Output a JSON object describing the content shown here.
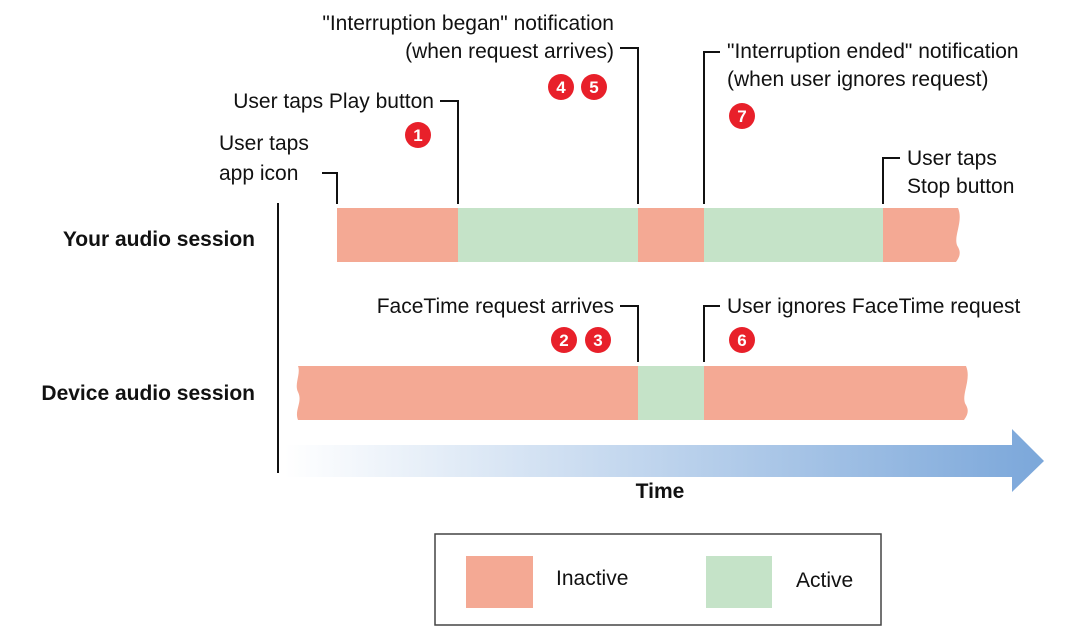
{
  "colors": {
    "inactive": "#f4a994",
    "active": "#c5e3c8",
    "badge": "#e8202a",
    "arrow_start": "#ffffff",
    "arrow_end": "#7ba7da",
    "axis": "#111111"
  },
  "rows": {
    "your_session": "Your audio session",
    "device_session": "Device audio session"
  },
  "time_label": "Time",
  "annotations": {
    "tap_icon": [
      "User taps",
      "app icon"
    ],
    "tap_play": "User taps Play button",
    "interruption_began": [
      "\"Interruption began\" notification",
      "(when request arrives)"
    ],
    "interruption_ended": [
      "\"Interruption ended\" notification",
      "(when user ignores request)"
    ],
    "tap_stop": [
      "User taps",
      "Stop button"
    ],
    "facetime_arrives": "FaceTime request arrives",
    "user_ignores": "User ignores FaceTime request"
  },
  "badges": [
    "1",
    "2",
    "3",
    "4",
    "5",
    "6",
    "7"
  ],
  "legend": {
    "inactive": "Inactive",
    "active": "Active"
  }
}
